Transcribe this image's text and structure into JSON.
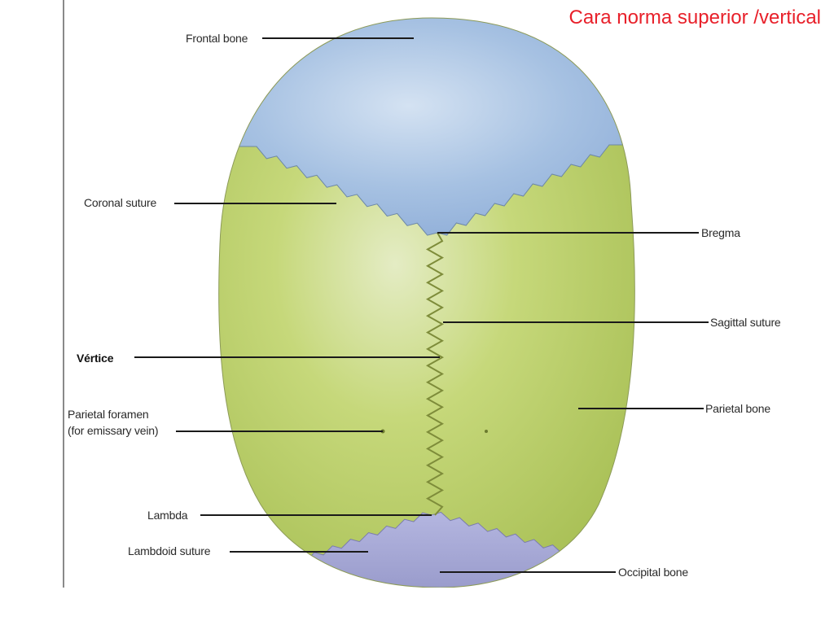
{
  "slide": {
    "title": "Cara norma superior /vertical",
    "title_color": "#e8202a"
  },
  "colors": {
    "frontal_bone": "#9db8de",
    "parietal_bone": "#bcd069",
    "occipital_bone": "#a8a8d8",
    "leader_line": "#1a1a1a"
  },
  "labels": {
    "frontal_bone": "Frontal bone",
    "coronal_suture": "Coronal suture",
    "bregma": "Bregma",
    "sagittal_suture": "Sagittal suture",
    "vertice": "Vértice",
    "parietal_foramen_line1": "Parietal foramen",
    "parietal_foramen_line2": "(for emissary vein)",
    "parietal_bone": "Parietal bone",
    "lambda": "Lambda",
    "lambdoid_suture": "Lambdoid suture",
    "occipital_bone": "Occipital bone"
  }
}
